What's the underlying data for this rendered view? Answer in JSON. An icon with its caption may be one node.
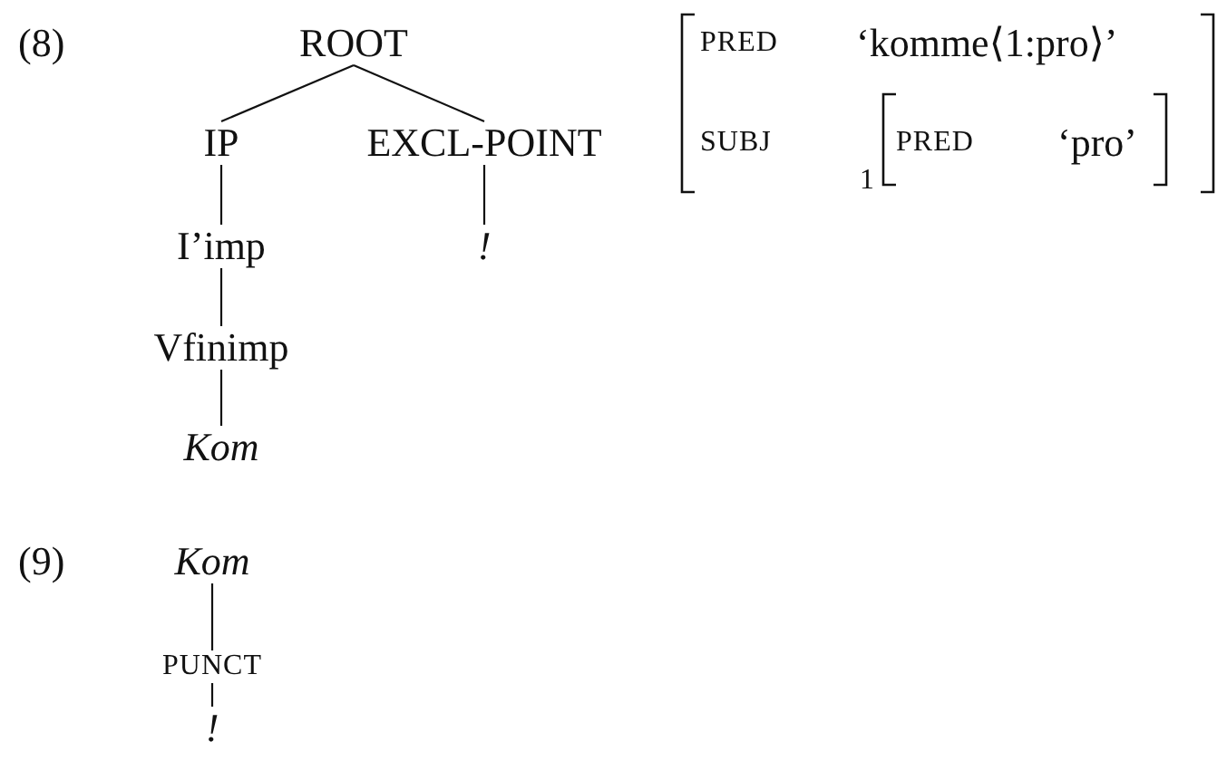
{
  "diagram": {
    "nodes": [
      {
        "text": [
          "ROOT"
        ]
      },
      {
        "text": [
          "IP"
        ]
      },
      {
        "text": [
          "EXCL-POINT"
        ]
      },
      {
        "text": [
          "I’imp"
        ]
      },
      {
        "text": [
          "!"
        ]
      },
      {
        "text": [
          "Vfinimp"
        ]
      },
      {
        "text": [
          "Kom"
        ]
      },
      {
        "text": [
          "Kom"
        ]
      },
      {
        "text": [
          "!"
        ]
      }
    ],
    "edges": [
      {
        "from": 0,
        "to": 1,
        "arrow": "none"
      },
      {
        "from": 0,
        "to": 2,
        "arrow": "none"
      },
      {
        "from": 1,
        "to": 3,
        "arrow": "none"
      },
      {
        "from": 2,
        "to": 4,
        "arrow": "none"
      },
      {
        "from": 3,
        "to": 5,
        "arrow": "none"
      },
      {
        "from": 5,
        "to": 6,
        "arrow": "none"
      },
      {
        "from": 7,
        "to": 8,
        "label": "PUNCT",
        "arrow": "none"
      }
    ],
    "labels": [
      "(8)",
      "PRED",
      "‘komme⟨1:pro⟩’",
      "SUBJ",
      "1",
      "PRED",
      "‘pro’",
      "(9)"
    ]
  }
}
